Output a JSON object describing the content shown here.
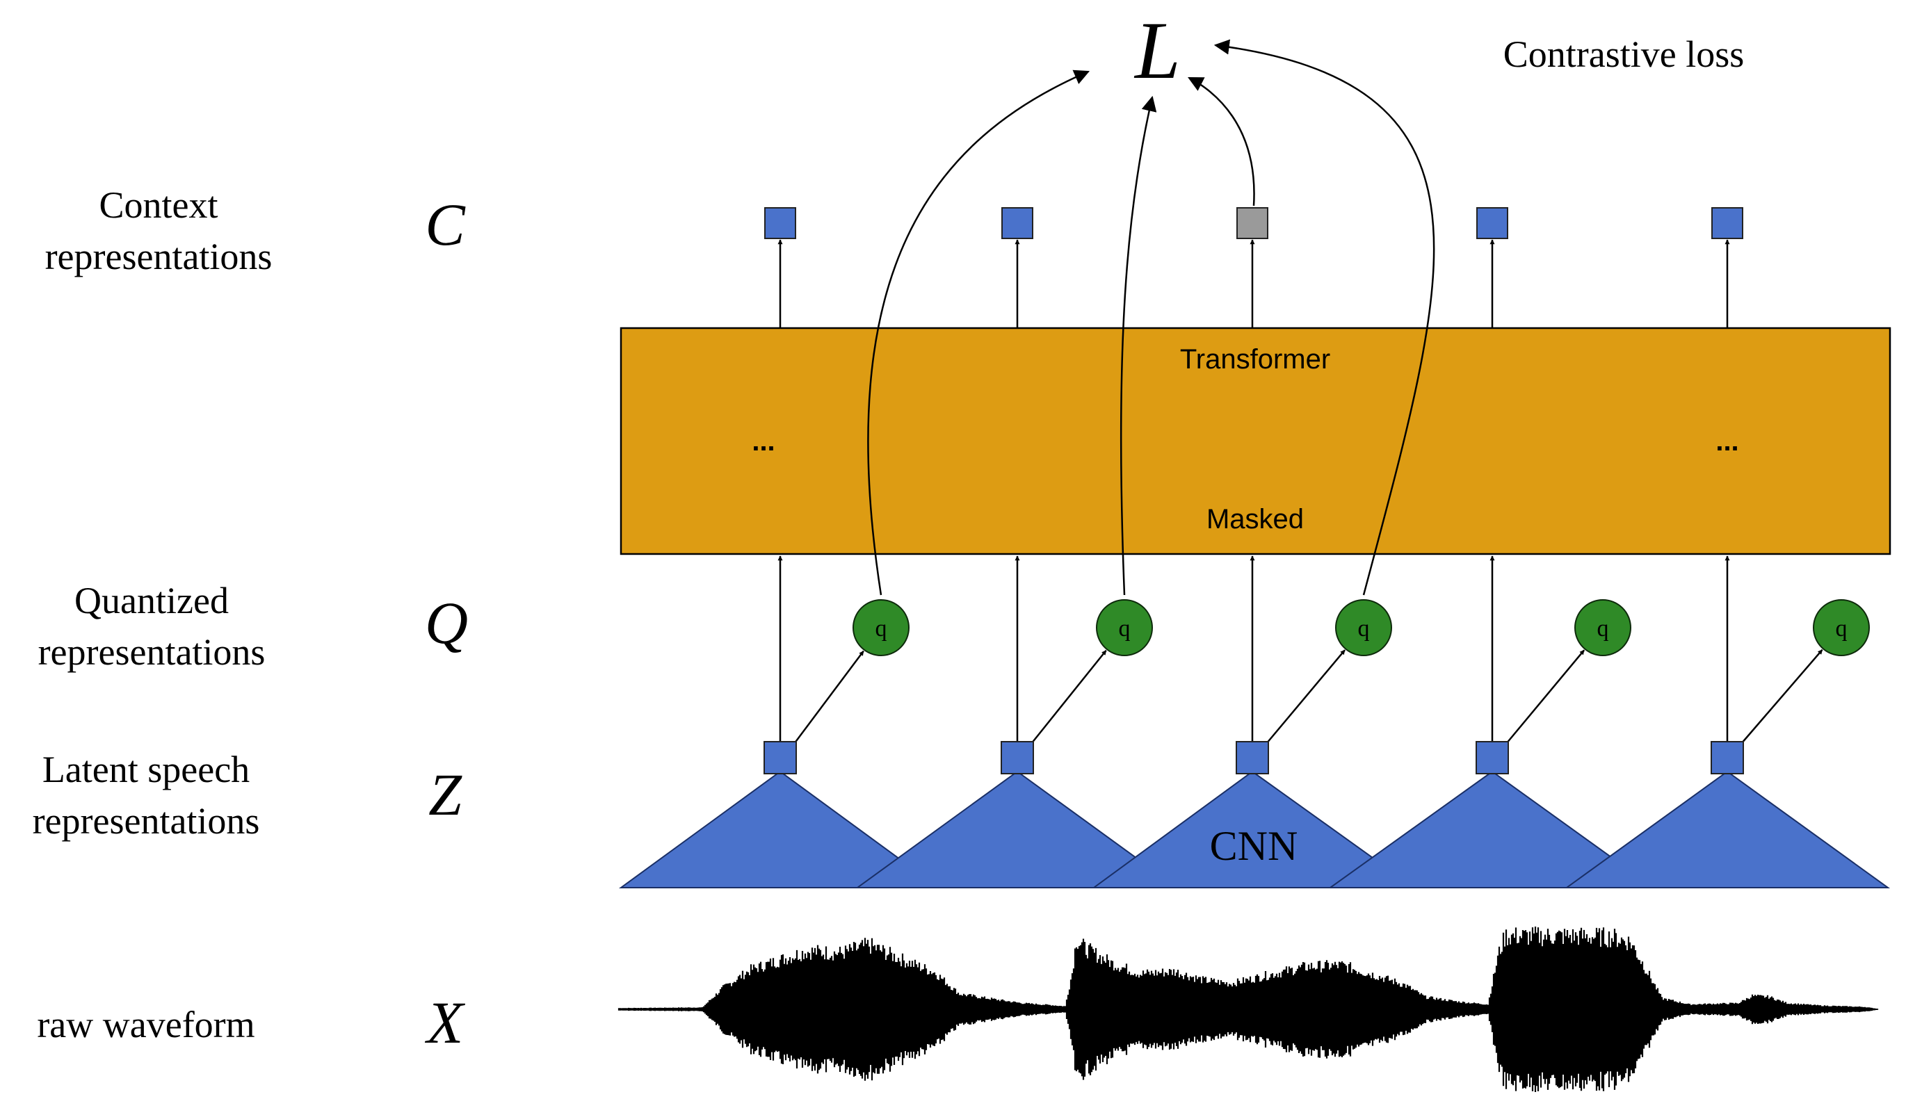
{
  "loss": {
    "symbol": "L",
    "caption": "Contrastive loss"
  },
  "rows": {
    "context": {
      "line1": "Context",
      "line2": "representations",
      "symbol": "C"
    },
    "quantized": {
      "line1": "Quantized",
      "line2": "representations",
      "symbol": "Q"
    },
    "latent": {
      "line1": "Latent speech",
      "line2": "representations",
      "symbol": "Z"
    },
    "raw": {
      "line1": "raw waveform",
      "symbol": "X"
    }
  },
  "transformer": {
    "title": "Transformer",
    "masked_label": "Masked",
    "ellipsis_left": "...",
    "ellipsis_right": "..."
  },
  "cnn": {
    "label": "CNN"
  },
  "quantizer": {
    "label": "q"
  },
  "colors": {
    "blue": "#4a72cb",
    "gray": "#9a9a9a",
    "gold": "#dd9c13",
    "green": "#2f8a27",
    "black": "#000000"
  }
}
